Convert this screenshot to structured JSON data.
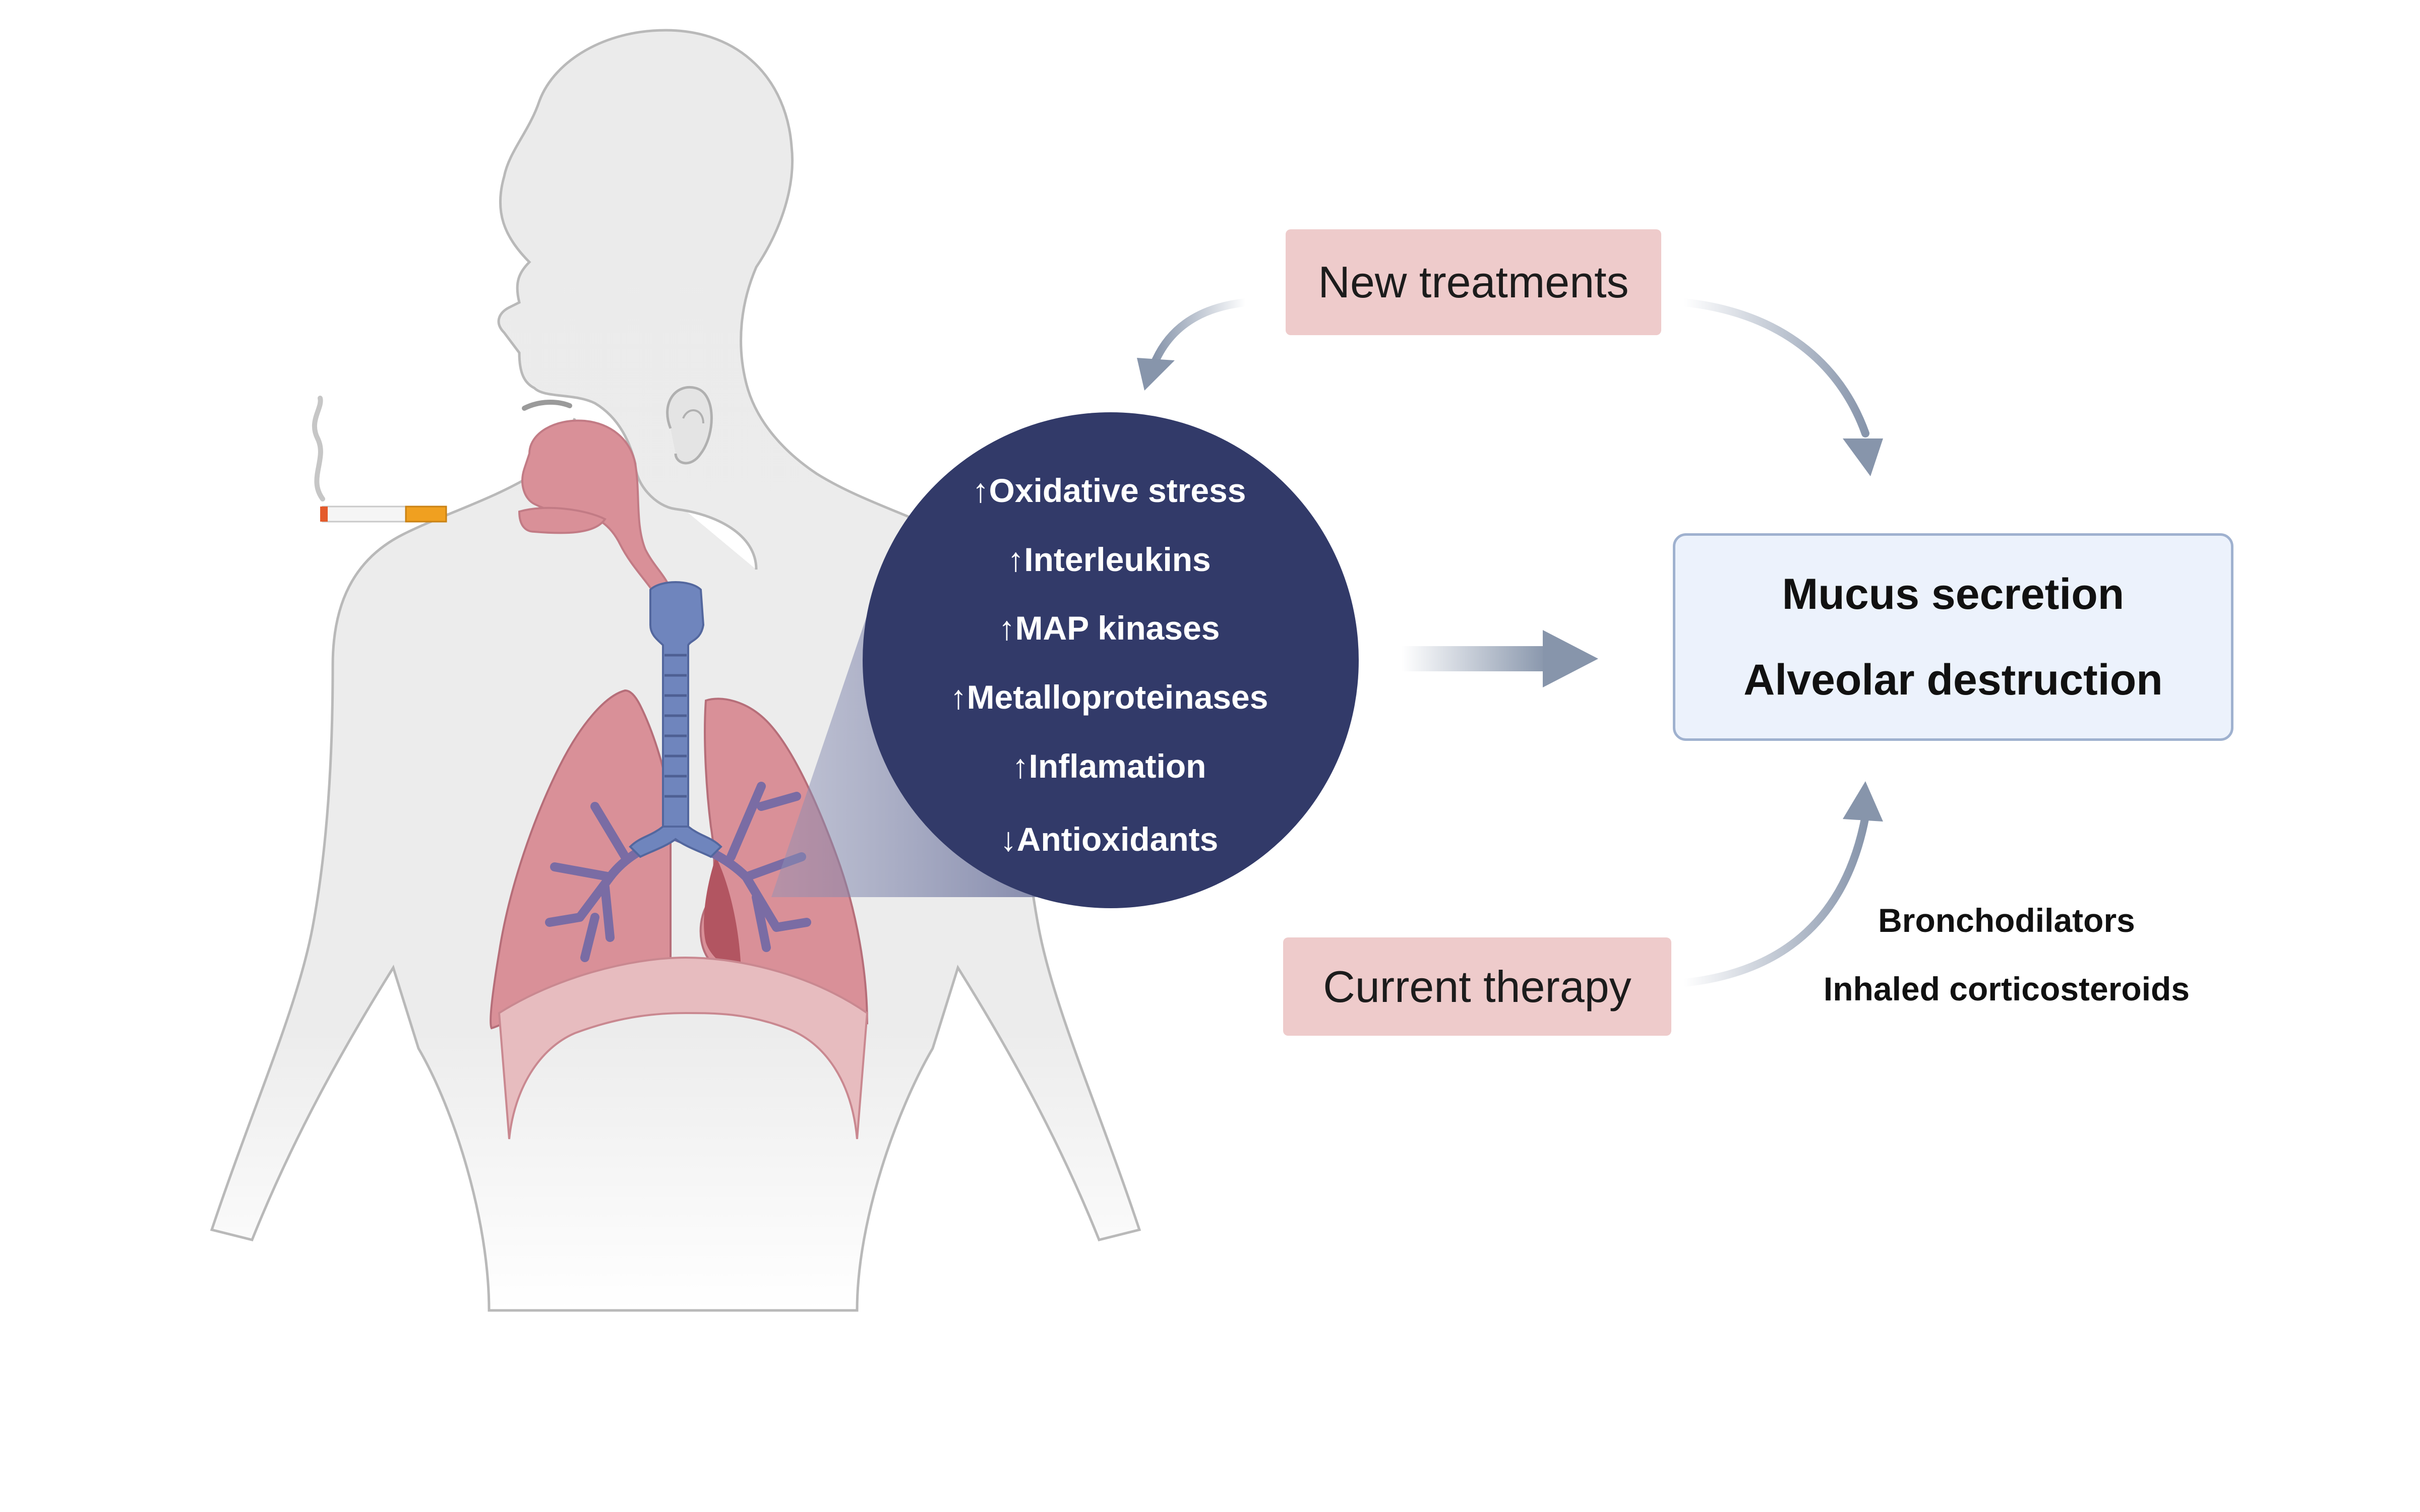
{
  "treatments": {
    "new_label": "New treatments",
    "current_label": "Current therapy"
  },
  "effects": [
    {
      "arrow": "↑",
      "label": "Oxidative stress"
    },
    {
      "arrow": "↑",
      "label": "Interleukins"
    },
    {
      "arrow": "↑",
      "label": "MAP kinases"
    },
    {
      "arrow": "↑",
      "label": "Metalloproteinases"
    },
    {
      "arrow": "↑",
      "label": "Inflamation"
    },
    {
      "arrow": "↓",
      "label": "Antioxidants"
    }
  ],
  "outcome": {
    "line1": "Mucus secretion",
    "line2": "Alveolar destruction"
  },
  "current_therapy_items": [
    "Bronchodilators",
    "Inhaled corticosteroids"
  ],
  "icons": [
    "cigarette-icon",
    "human-torso-icon",
    "lungs-icon",
    "trachea-icon"
  ],
  "colors": {
    "circle": "#323a69",
    "pink_box": "#eecbcb",
    "outcome_fill": "#ecf2fc",
    "outcome_border": "#9fb1cf",
    "arrow": "#8795ab",
    "lung": "#d99098",
    "airway": "#6f85bd"
  }
}
